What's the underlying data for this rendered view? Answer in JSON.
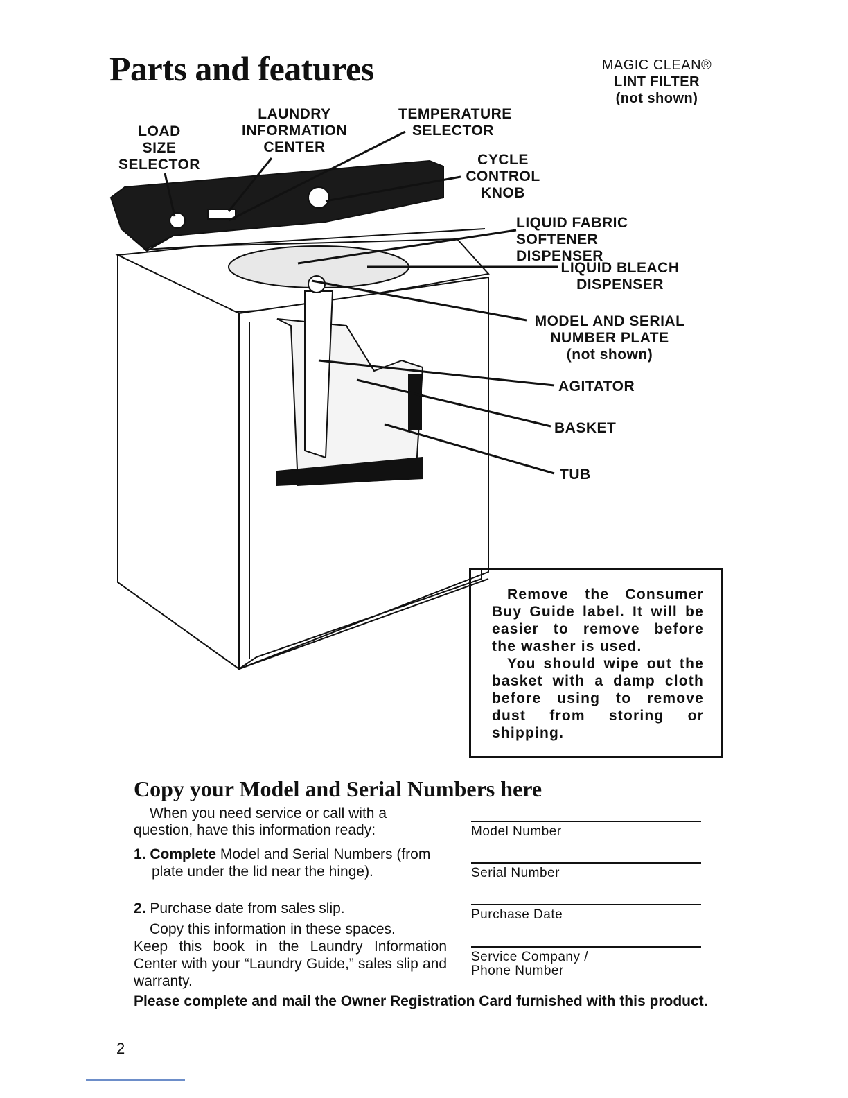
{
  "page_title": "Parts and features",
  "callouts": {
    "lint_filter": [
      "MAGIC CLEAN®",
      "LINT FILTER",
      "(not shown)"
    ],
    "load_size": [
      "LOAD",
      "SIZE",
      "SELECTOR"
    ],
    "laundry_info": [
      "LAUNDRY",
      "INFORMATION",
      "CENTER"
    ],
    "temperature": [
      "TEMPERATURE",
      "SELECTOR"
    ],
    "cycle_control": [
      "CYCLE",
      "CONTROL",
      "KNOB"
    ],
    "fabric_softener": [
      "LIQUID FABRIC",
      "SOFTENER DISPENSER"
    ],
    "bleach": [
      "LIQUID BLEACH",
      "DISPENSER"
    ],
    "model_plate": [
      "MODEL AND SERIAL",
      "NUMBER PLATE",
      "(not shown)"
    ],
    "agitator": "AGITATOR",
    "basket": "BASKET",
    "tub": "TUB"
  },
  "note_box": {
    "paragraph1": "Remove the Consumer Buy Guide label. It will be easier to remove before the washer is used.",
    "paragraph2": "You should wipe out the basket with a damp cloth before using to remove dust from storing or shipping."
  },
  "copy_section": {
    "title": "Copy your Model and Serial Numbers here",
    "intro": "When you need service or call with a question, have this information ready:",
    "steps": [
      {
        "number": "1.",
        "bold": "Complete",
        "text": " Model and Serial Numbers (from plate under the lid near the hinge)."
      },
      {
        "number": "2.",
        "bold": "",
        "text": " Purchase date from sales slip."
      }
    ],
    "copy_paragraph1": "Copy this information in these spaces.",
    "copy_paragraph2": "Keep this book in the Laundry Information Center with your “Laundry Guide,” sales slip and warranty.",
    "fields": [
      "Model Number",
      "Serial Number",
      "Purchase Date",
      "Service Company / Phone Number"
    ],
    "mail_note": "Please complete and mail the Owner Registration Card furnished with this product."
  },
  "page_number": "2"
}
